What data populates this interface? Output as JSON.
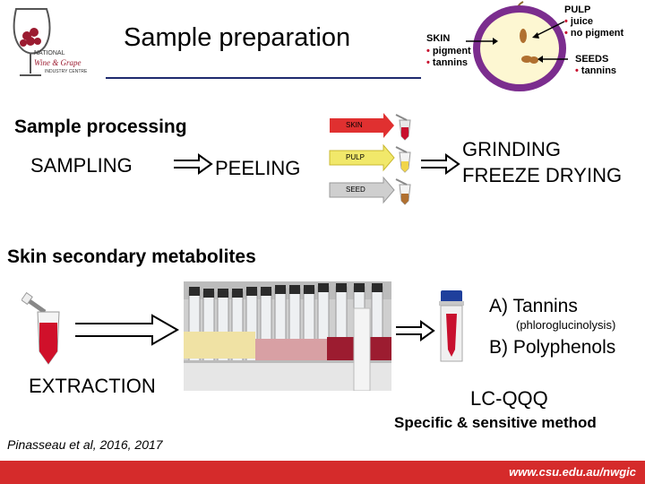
{
  "title": "Sample preparation",
  "logo": {
    "line1": "NATIONAL",
    "line2": "Wine & Grape",
    "line3": "INDUSTRY CENTRE"
  },
  "grape_diagram": {
    "skin": {
      "title": "SKIN",
      "items": [
        "pigment",
        "tannins"
      ]
    },
    "pulp": {
      "title": "PULP",
      "items": [
        "juice",
        "no pigment"
      ]
    },
    "seeds": {
      "title": "SEEDS",
      "items": [
        "tannins"
      ]
    }
  },
  "processing": {
    "heading": "Sample processing",
    "sampling": "SAMPLING",
    "peeling": "PEELING",
    "tubes": {
      "skin": "SKIN",
      "pulp": "PULP",
      "seed": "SEED"
    },
    "grinding": "GRINDING",
    "freeze_drying": "FREEZE DRYING"
  },
  "metabolites": {
    "heading": "Skin secondary metabolites",
    "extraction": "EXTRACTION",
    "tannins": "A) Tannins",
    "phloro": "(phloroglucinolysis)",
    "polyphenols": "B) Polyphenols",
    "lcqqq": "LC-QQQ",
    "method": "Specific & sensitive method"
  },
  "reference": "Pinasseau et al, 2016, 2017",
  "footer_url": "www.csu.edu.au/nwgic",
  "colors": {
    "accent_red": "#d52b2b",
    "grape_purple": "#7b2d8e",
    "skin_red": "#c8102e",
    "pulp_yellow": "#f1d54a",
    "seed_brown": "#b07030"
  }
}
